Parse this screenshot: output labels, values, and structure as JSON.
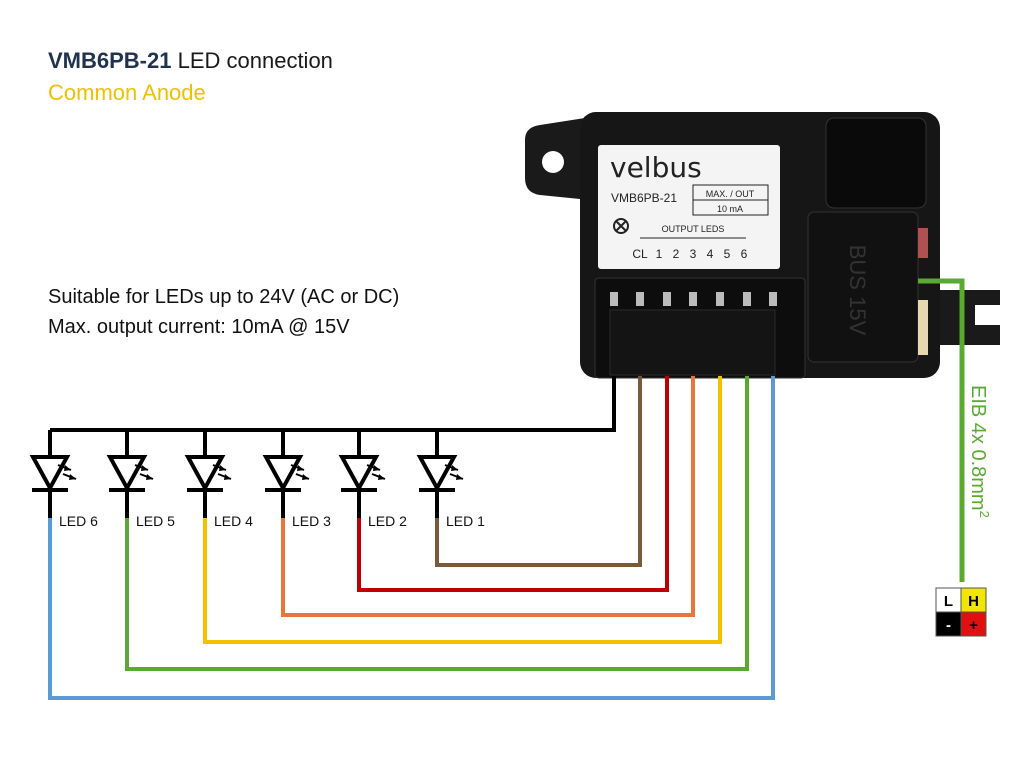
{
  "header": {
    "model": "VMB6PB-21",
    "title_rest": " LED connection",
    "subtitle": "Common Anode"
  },
  "specs": [
    "Suitable for LEDs up to 24V (AC or DC)",
    "Max. output current: 10mA @ 15V"
  ],
  "device": {
    "brand": "velbus",
    "model": "VMB6PB-21",
    "max_label": "MAX. / OUT",
    "max_value": "10 mA",
    "output_leds_label": "OUTPUT LEDS",
    "pins": [
      "CL",
      "1",
      "2",
      "3",
      "4",
      "5",
      "6"
    ],
    "bus_label": "BUS 15V"
  },
  "leds": [
    {
      "label": "LED 6",
      "color": "#5b9bd5"
    },
    {
      "label": "LED 5",
      "color": "#5aaa32"
    },
    {
      "label": "LED 4",
      "color": "#f5c000"
    },
    {
      "label": "LED 3",
      "color": "#e8773a"
    },
    {
      "label": "LED 2",
      "color": "#c00000"
    },
    {
      "label": "LED 1",
      "color": "#7a5a3a"
    }
  ],
  "common_wire_color": "#000000",
  "bus_cable": {
    "label": "EIB 4x 0.8mm",
    "superscript": "2",
    "color": "#5aaa32"
  },
  "terminal": {
    "cells": [
      "L",
      "H",
      "-",
      "+"
    ],
    "colors": [
      "#ffffff",
      "#f2e600",
      "#000000",
      "#e01010"
    ]
  }
}
